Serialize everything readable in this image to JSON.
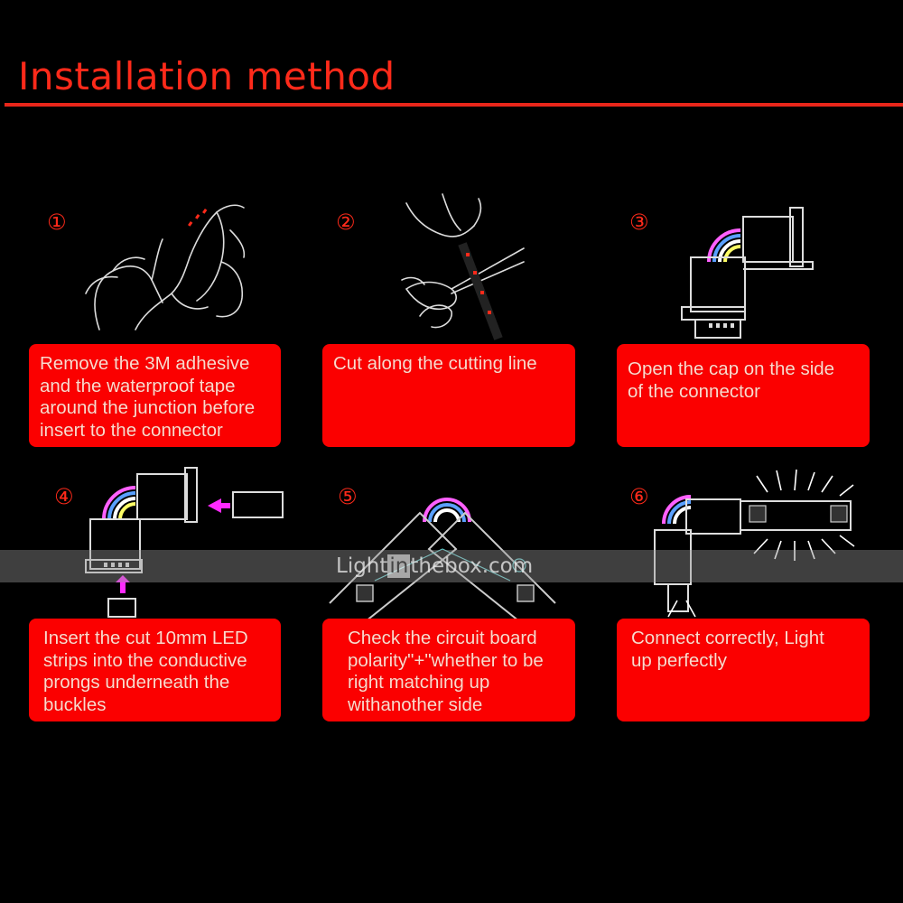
{
  "header": {
    "title": "Installation method"
  },
  "steps": [
    {
      "number": "①",
      "lines": [
        "Remove the 3M adhesive",
        "and the waterproof tape",
        "around the junction before",
        "insert to the connector"
      ]
    },
    {
      "number": "②",
      "lines": [
        "Cut along the cutting line"
      ]
    },
    {
      "number": "③",
      "lines": [
        "Open the cap on the side",
        "of the connector"
      ]
    },
    {
      "number": "④",
      "lines": [
        "Insert the cut 10mm LED",
        "strips into the conductive",
        "prongs underneath the",
        "buckles"
      ]
    },
    {
      "number": "⑤",
      "lines": [
        "Check the circuit board",
        "polarity\"+\"whether to be",
        "right matching up",
        "withanother side"
      ]
    },
    {
      "number": "⑥",
      "lines": [
        "Connect correctly, Light",
        "up perfectly"
      ]
    }
  ],
  "watermark": {
    "before": "Light",
    "highlight": "in",
    "after": "thebox.com"
  },
  "colors": {
    "accent": "#ff2a1a",
    "box": "#fb0000",
    "box_text": "#ffd9cc",
    "background": "#000000"
  }
}
